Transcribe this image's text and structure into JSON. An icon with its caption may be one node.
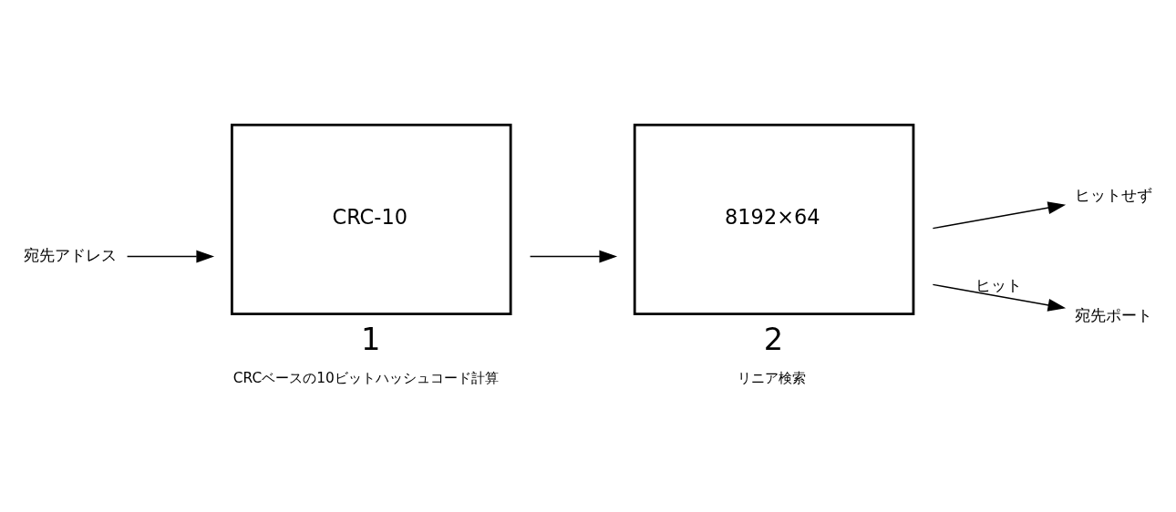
{
  "diagram": {
    "nodes": [
      {
        "text": [
          "宛先アドレス"
        ]
      },
      {
        "text": [
          "CRC-10"
        ],
        "beside": [
          "1",
          "CRCベースの10ビットハッシュコード計算"
        ]
      },
      {
        "text": [
          "8192×64"
        ],
        "beside": [
          "2",
          "リニア検索"
        ]
      },
      {
        "text": [
          "ヒットせず"
        ]
      },
      {
        "text": [
          "宛先ポート"
        ]
      }
    ],
    "edges": [
      {
        "from": 0,
        "to": 1,
        "arrow": "to"
      },
      {
        "from": 1,
        "to": 2,
        "arrow": "to"
      },
      {
        "from": 2,
        "to": 3,
        "arrow": "to"
      },
      {
        "from": 2,
        "to": 4,
        "arrow": "to",
        "label": "ヒット"
      }
    ]
  }
}
